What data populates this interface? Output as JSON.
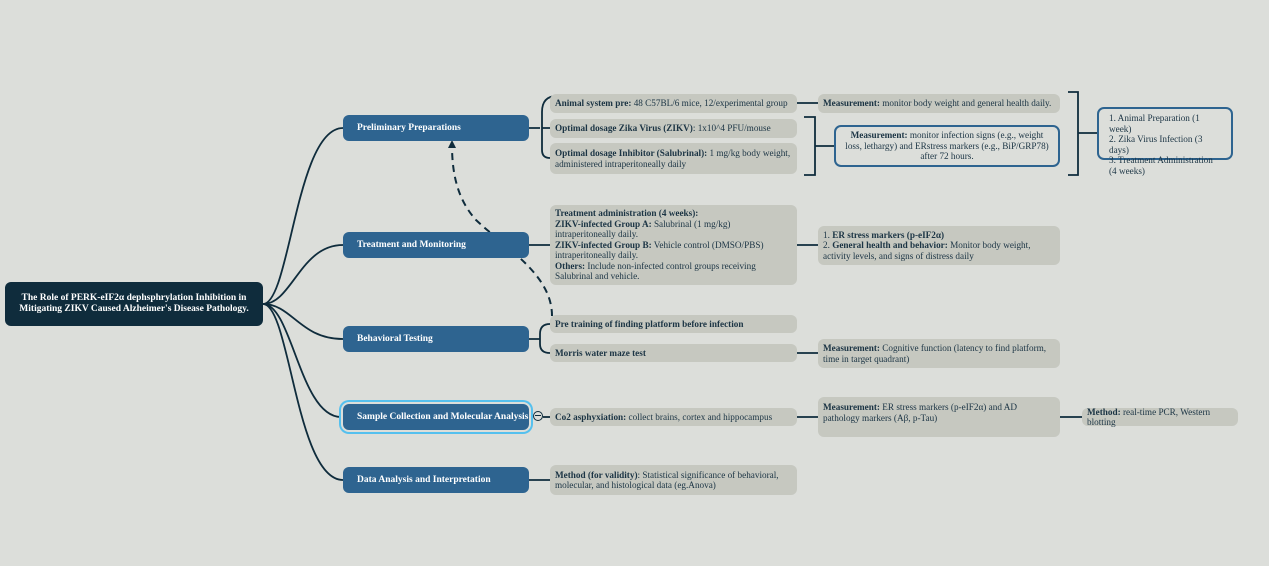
{
  "root": {
    "title": "The Role of PERK-eIF2α dephsphrylation Inhibition in Mitigating ZIKV Caused Alzheimer's Disease Pathology."
  },
  "branches": {
    "prelim": "Preliminary Preparations",
    "treatment": "Treatment and Monitoring",
    "behavioral": "Behavioral Testing",
    "sample": "Sample Collection and Molecular Analysis",
    "data": "Data Analysis and Interpretation"
  },
  "prelim": {
    "animal": {
      "label": "Animal system pre:",
      "text": " 48 C57BL/6 mice, 12/experimental group"
    },
    "zikv": {
      "label": "Optimal dosage Zika Virus (ZIKV)",
      "text": ": 1x10^4 PFU/mouse"
    },
    "inhibitor": {
      "label": "Optimal dosage Inhibitor (Salubrinal):",
      "text": " 1 mg/kg body weight, administered intraperitoneally daily"
    },
    "measure1": {
      "label": "Measurement:",
      "text": " monitor body weight and general health daily."
    },
    "measure2": {
      "label": "Measurement:",
      "text": " monitor infection signs (e.g., weight loss, lethargy) and ERstress markers (e.g., BiP/GRP78) after 72 hours."
    },
    "timeline": [
      "1. Animal Preparation (1 week)",
      "2. Zika Virus Infection (3 days)",
      "3. Treatment Administration (4 weeks)"
    ]
  },
  "treatment": {
    "header": "Treatment administration (4 weeks):",
    "groupA": {
      "label": "ZIKV-infected Group A:",
      "text": " Salubrinal (1 mg/kg) intraperitoneally daily."
    },
    "groupB": {
      "label": "ZIKV-infected Group B:",
      "text": " Vehicle control (DMSO/PBS) intraperitoneally daily."
    },
    "others": {
      "label": "Others:",
      "text": " Include non-infected control groups receiving Salubrinal and vehicle."
    },
    "er": {
      "prefix": "1. ",
      "label": "ER stress markers (p-eIF2α)"
    },
    "health": {
      "prefix": "2. ",
      "label": "General health and behavior:",
      "text": " Monitor body weight, activity levels, and signs of distress daily"
    }
  },
  "behavioral": {
    "pretrain": "Pre training of finding platform before infection",
    "morris": "Morris water maze test",
    "measure": {
      "label": "Measurement:",
      "text": " Cognitive function (latency to find platform, time in target quadrant)"
    }
  },
  "sample": {
    "co2": {
      "label": "Co2 asphyxiation:",
      "text": " collect brains, cortex and hippocampus"
    },
    "measure": {
      "label": "Measurement:",
      "text": " ER stress markers (p-eIF2α) and AD pathology markers (Aβ, p-Tau)"
    },
    "method": {
      "label": "Method:",
      "text": " real-time PCR, Western blotting"
    }
  },
  "data": {
    "method": {
      "label": "Method (for validity)",
      "text": ": Statistical significance of behavioral, molecular, and histological data (eg.Anova)"
    }
  },
  "colors": {
    "background": "#dcdeda",
    "root": "#0f2c3c",
    "branch": "#2e6490",
    "leaf": "#c6c8c0",
    "line": "#0f2c3c",
    "selection": "#55c0ee"
  }
}
